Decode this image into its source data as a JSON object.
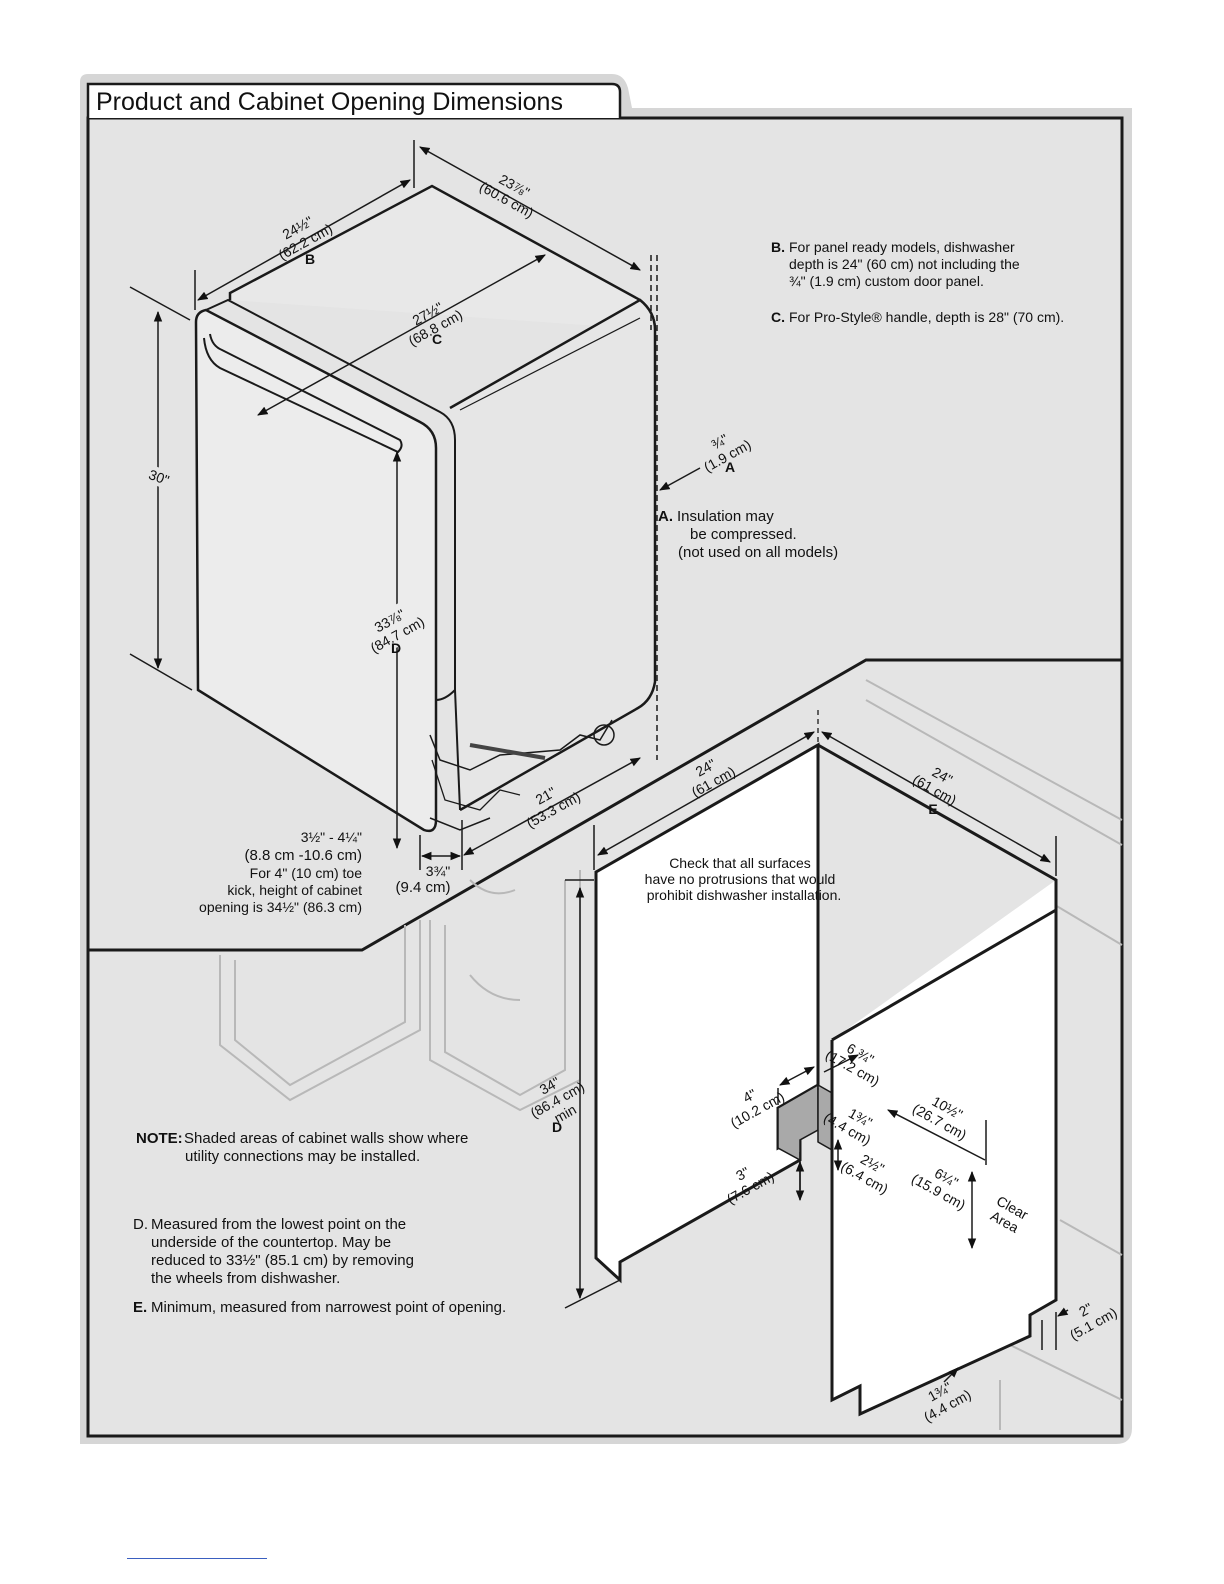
{
  "title": "Product and Cabinet Opening Dimensions",
  "product": {
    "width": {
      "in": "23⅞\"",
      "cm": "(60.6 cm)"
    },
    "depth_b": {
      "in": "24½\"",
      "cm": "(62.2 cm)",
      "letter": "B"
    },
    "depth_c": {
      "in": "27½\"",
      "cm": "(68.8 cm)",
      "letter": "C"
    },
    "height": {
      "in": "30\""
    },
    "height_d": {
      "in": "33⅞\"",
      "cm": "(84.7 cm)",
      "letter": "D"
    },
    "insulation_a": {
      "in": "¾\"",
      "cm": "(1.9 cm)",
      "letter": "A"
    },
    "base_depth": {
      "in": "21\"",
      "cm": "(53.3 cm)"
    },
    "toe_range": {
      "in": "3½\" - 4¼\"",
      "cm": "(8.8 cm -10.6 cm)"
    },
    "toe_depth": {
      "in": "3¾\"",
      "cm": "(9.4 cm)"
    },
    "toe_note": [
      "For 4\" (10 cm) toe",
      "kick, height of cabinet",
      "opening is 34½\" (86.3 cm)"
    ]
  },
  "notes_top": {
    "b": {
      "letter": "B.",
      "lines": [
        "For panel ready models, dishwasher",
        "depth is 24\" (60 cm) not including the",
        "¾\" (1.9 cm) custom door panel."
      ]
    },
    "c": {
      "letter": "C.",
      "text": "For Pro-Style® handle, depth is 28\" (70 cm)."
    },
    "a": {
      "letter": "A.",
      "lines": [
        "Insulation may",
        "be compressed.",
        "(not used on all models)"
      ]
    }
  },
  "cabinet": {
    "width": {
      "in": "24\"",
      "cm": "(61 cm)"
    },
    "depth_e": {
      "in": "24\"",
      "cm": "(61 cm)",
      "letter": "E"
    },
    "height_d": {
      "in": "34\"",
      "cm": "(86.4 cm)",
      "extra": "min",
      "letter": "D"
    },
    "check_note": [
      "Check that all surfaces",
      "have no protrusions that would",
      "prohibit dishwasher installation."
    ],
    "dims": {
      "d4": {
        "in": "4\"",
        "cm": "(10.2 cm)"
      },
      "d3": {
        "in": "3\"",
        "cm": "(7.6 cm)"
      },
      "d6_3_4": {
        "in": "6 ¾\"",
        "cm": "(17.2 cm)"
      },
      "d1_3_4": {
        "in": "1¾\"",
        "cm": "(4.4 cm)"
      },
      "d2_1_2": {
        "in": "2½\"",
        "cm": "(6.4 cm)"
      },
      "d10_1_2": {
        "in": "10½\"",
        "cm": "(26.7 cm)"
      },
      "d6_1_4": {
        "in": "6¼\"",
        "cm": "(15.9 cm)"
      },
      "d2": {
        "in": "2\"",
        "cm": "(5.1 cm)"
      },
      "d1_3_4_b": {
        "in": "1¾\"",
        "cm": "(4.4 cm)"
      }
    },
    "clear_area": [
      "Clear",
      "Area"
    ]
  },
  "notes_bottom": {
    "note": {
      "label": "NOTE:",
      "lines": [
        "Shaded areas of cabinet walls show where",
        "utility connections may be installed."
      ]
    },
    "d": {
      "letter": "D.",
      "lines": [
        "Measured from the lowest point on the",
        "underside of the countertop. May be",
        "reduced to 33½\" (85.1 cm) by removing",
        "the wheels from dishwasher."
      ]
    },
    "e": {
      "letter": "E.",
      "text": "Minimum, measured from narrowest point of opening."
    }
  },
  "colors": {
    "panel": "#e3e3e3",
    "shade": "#a9a9a9",
    "shade_dark": "#7d7d7d",
    "line": "#1a1a1a",
    "footer_rule": "#3a5fc0"
  }
}
